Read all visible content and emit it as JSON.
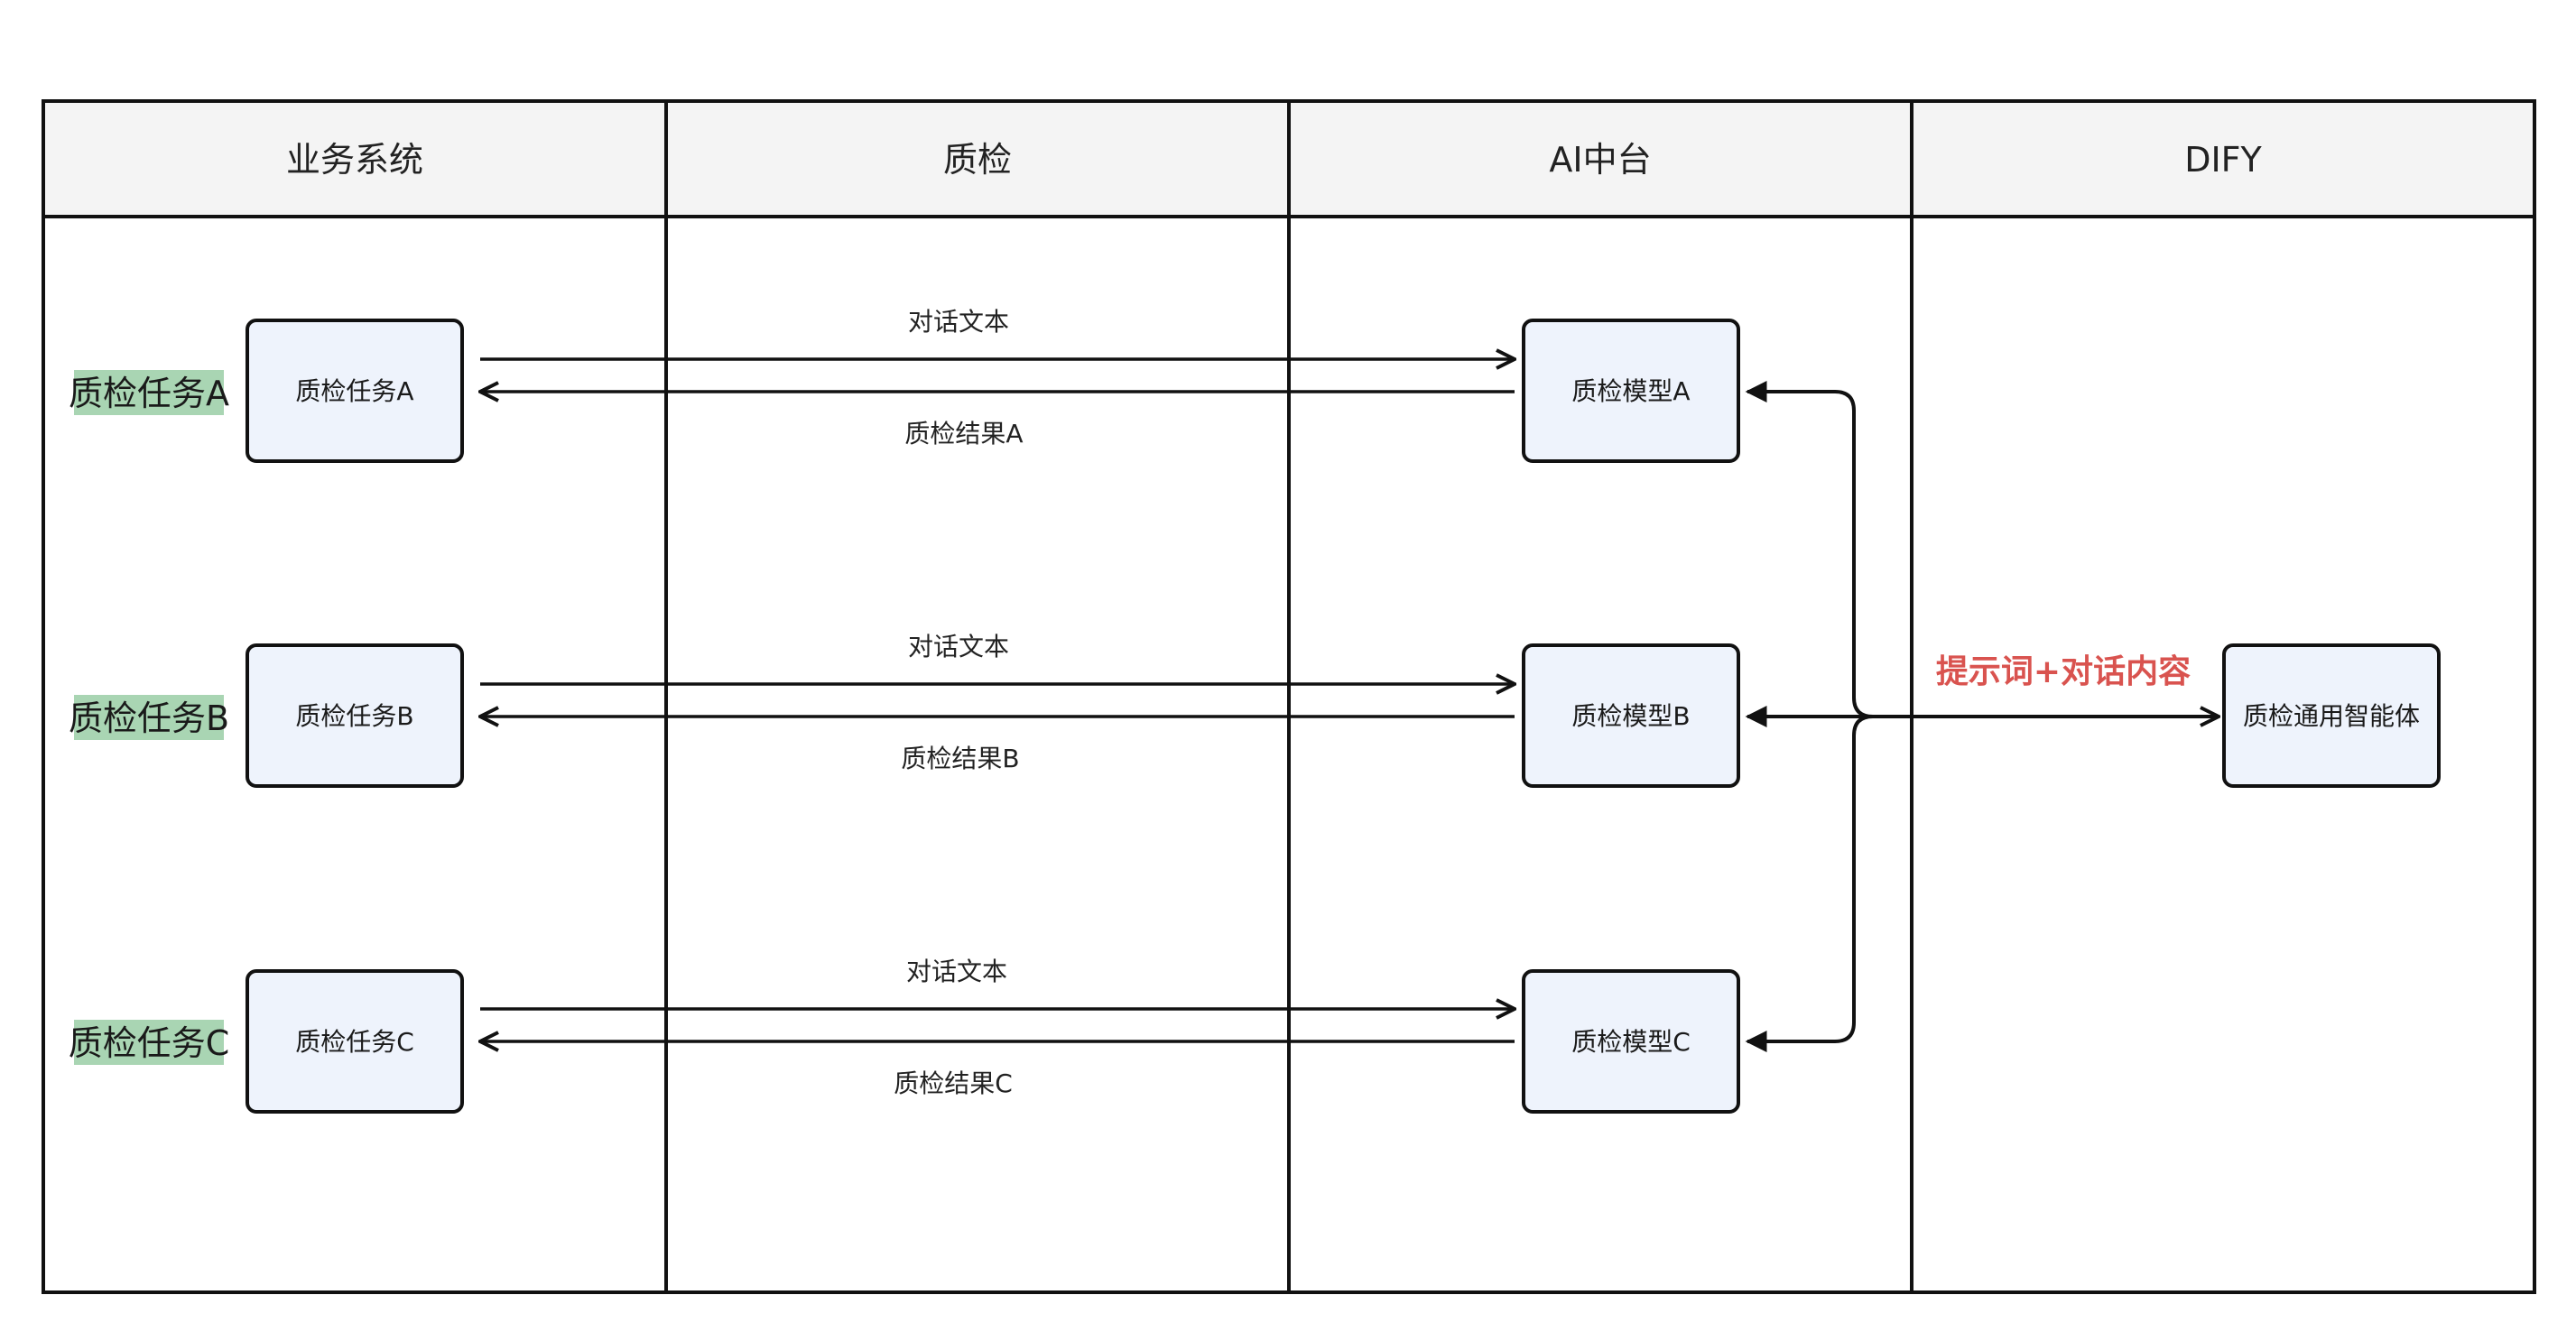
{
  "colors": {
    "header_bg": "#f4f4f4",
    "node_fill": "#eef3fc",
    "lane_label_bg": "#a9d5b3",
    "accent_red": "#d9534f",
    "line": "#111111"
  },
  "columns": [
    {
      "title": "业务系统"
    },
    {
      "title": "质检"
    },
    {
      "title": "AI中台"
    },
    {
      "title": "DIFY"
    }
  ],
  "lanes": [
    {
      "label": "质检任务A",
      "task": "质检任务A",
      "model": "质检模型A",
      "request_label": "对话文本",
      "result_label": "质检结果A"
    },
    {
      "label": "质检任务B",
      "task": "质检任务B",
      "model": "质检模型B",
      "request_label": "对话文本",
      "result_label": "质检结果B"
    },
    {
      "label": "质检任务C",
      "task": "质检任务C",
      "model": "质检模型C",
      "request_label": "对话文本",
      "result_label": "质检结果C"
    }
  ],
  "agent": {
    "label": "质检通用智能体",
    "edge_label": "提示词+对话内容"
  }
}
